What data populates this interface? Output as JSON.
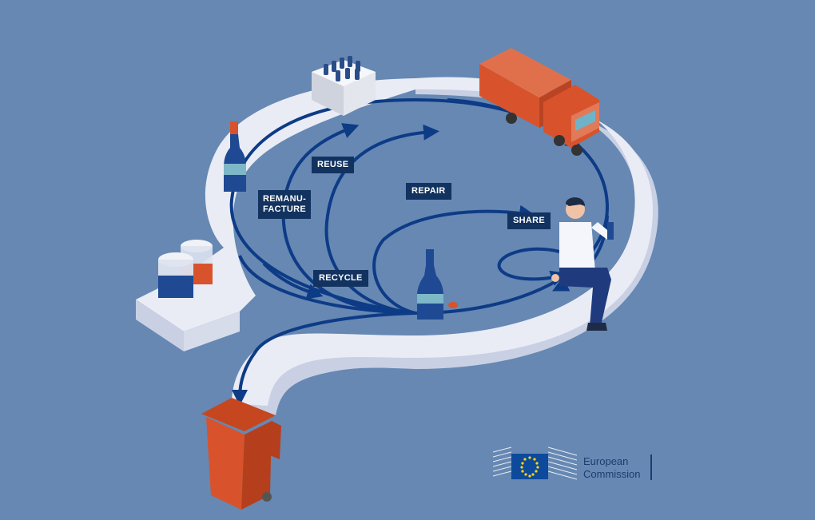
{
  "diagram": {
    "stages": {
      "reuse": "REUSE",
      "repair": "REPAIR",
      "share": "SHARE",
      "recycle": "RECYCLE",
      "remanufacture_line1": "REMANU-",
      "remanufacture_line2": "FACTURE"
    }
  },
  "logo": {
    "line1": "European",
    "line2": "Commission"
  },
  "colors": {
    "background": "#6688b3",
    "track": "#e9ecf5",
    "track_side": "#c9d0e4",
    "arrow": "#0d3b86",
    "label_bg": "#12325f",
    "accent_orange": "#d8532c",
    "eu_blue": "#0e4a9c",
    "eu_star": "#ffd617"
  },
  "icons": [
    "truck-icon",
    "bottle-crate-icon",
    "bottle-icon",
    "jars-icon",
    "person-icon",
    "trash-bin-icon",
    "eu-flag-icon"
  ]
}
